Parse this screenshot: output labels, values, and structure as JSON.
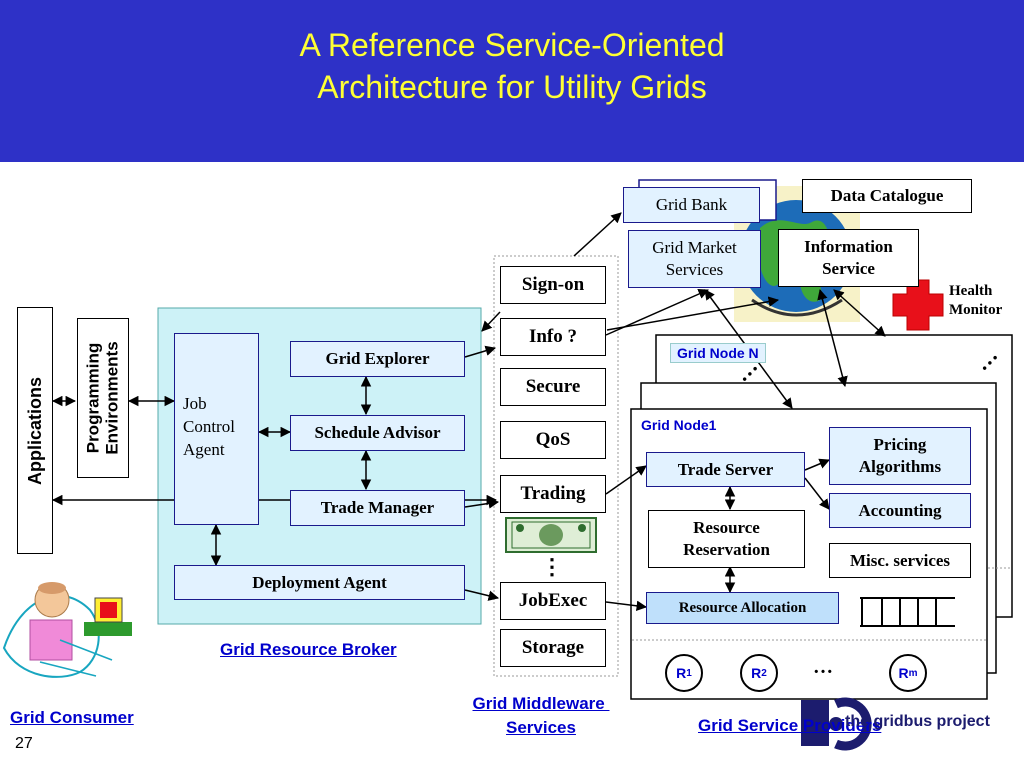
{
  "slide": {
    "title_line1": "A Reference Service-Oriented",
    "title_line2": "Architecture for Utility Grids",
    "page_number": "27"
  },
  "consumer": {
    "applications": "Applications",
    "programming_environments_line1": "Programming",
    "programming_environments_line2": "Environments",
    "label": "Grid Consumer"
  },
  "broker": {
    "job_control_agent_line1": "Job",
    "job_control_agent_line2": "Control",
    "job_control_agent_line3": "Agent",
    "grid_explorer": "Grid Explorer",
    "schedule_advisor": "Schedule Advisor",
    "trade_manager": "Trade Manager",
    "deployment_agent": "Deployment Agent",
    "label": "Grid Resource Broker"
  },
  "middleware": {
    "items": [
      "Sign-on",
      "Info ?",
      "Secure",
      "QoS",
      "Trading",
      "JobExec",
      "Storage"
    ],
    "ellipsis": "⋮",
    "label_line1": "Grid Middleware ",
    "label_line2": "Services"
  },
  "market": {
    "grid_bank": "Grid Bank",
    "grid_market_services_line1": "Grid Market",
    "grid_market_services_line2": "Services",
    "data_catalogue": "Data Catalogue",
    "information_service_line1": "Information",
    "information_service_line2": "Service",
    "health_monitor_line1": "Health",
    "health_monitor_line2": "Monitor"
  },
  "providers": {
    "grid_node_n": "Grid Node N",
    "grid_node_1": "Grid Node1",
    "trade_server": "Trade Server",
    "pricing_algorithms_line1": "Pricing",
    "pricing_algorithms_line2": "Algorithms",
    "accounting": "Accounting",
    "resource_reservation_line1": "Resource",
    "resource_reservation_line2": "Reservation",
    "misc_services": "Misc. services",
    "resource_allocation": "Resource Allocation",
    "resources": [
      {
        "base": "R",
        "sub": "1"
      },
      {
        "base": "R",
        "sub": "2"
      },
      {
        "base": "R",
        "sub": "m"
      }
    ],
    "resources_ellipsis": "…",
    "node_ellipsis": "…",
    "label": "Grid Service Providers"
  },
  "footer": {
    "logo_text": "the gridbus project"
  },
  "colors": {
    "header_bg": "#2e31c7",
    "title": "#ffff33",
    "box_fill": "#e2f2ff",
    "link": "#0000cc",
    "health_cross": "#e8101a"
  }
}
